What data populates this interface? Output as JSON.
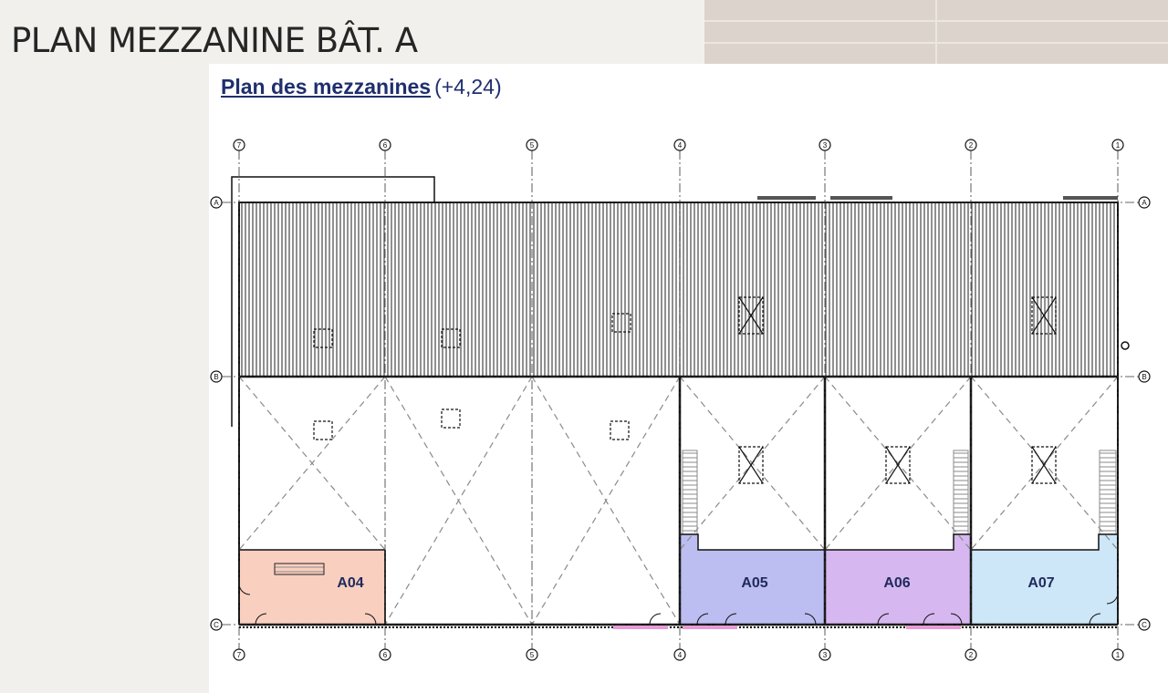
{
  "page_title": "PLAN MEZZANINE BÂT. A",
  "plan": {
    "title": "Plan des mezzanines",
    "level": "(+4,24)"
  },
  "grid": {
    "columns": [
      "7",
      "6",
      "5",
      "4",
      "3",
      "2",
      "1"
    ],
    "rows": [
      "A",
      "B",
      "C"
    ]
  },
  "units": [
    {
      "label": "A04",
      "color": "#f9cfc0"
    },
    {
      "label": "A05",
      "color": "#bcbdf0"
    },
    {
      "label": "A06",
      "color": "#d6b7ef"
    },
    {
      "label": "A07",
      "color": "#cde6f8"
    }
  ],
  "colors": {
    "hatch": "#555555",
    "walls": "#111111",
    "dashed": "#8a8a8a",
    "title_text": "#1e2f6e"
  }
}
